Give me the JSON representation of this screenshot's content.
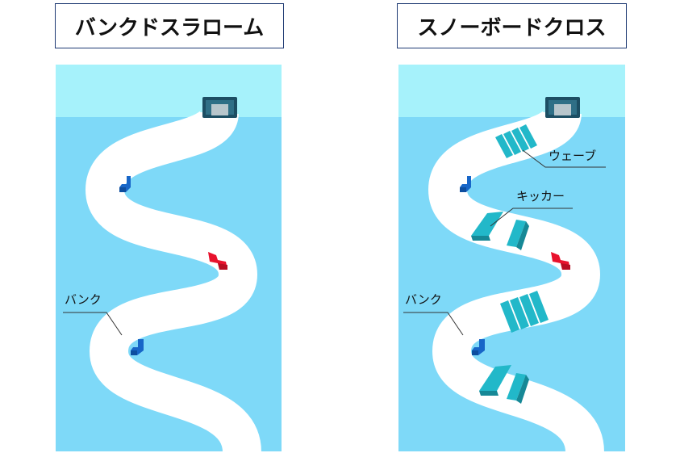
{
  "left_panel": {
    "title": "バンクドスラローム",
    "labels": {
      "bank": "バンク"
    }
  },
  "right_panel": {
    "title": "スノーボードクロス",
    "labels": {
      "wave": "ウェーブ",
      "kicker": "キッカー",
      "bank": "バンク"
    }
  },
  "colors": {
    "sky": "#a6f2fb",
    "snow_field": "#7ed9f8",
    "course": "#ffffff",
    "gate_blue": "#1766c8",
    "gate_red": "#e8122d",
    "feature_teal": "#22b8c9",
    "title_border": "#1f3a73"
  }
}
